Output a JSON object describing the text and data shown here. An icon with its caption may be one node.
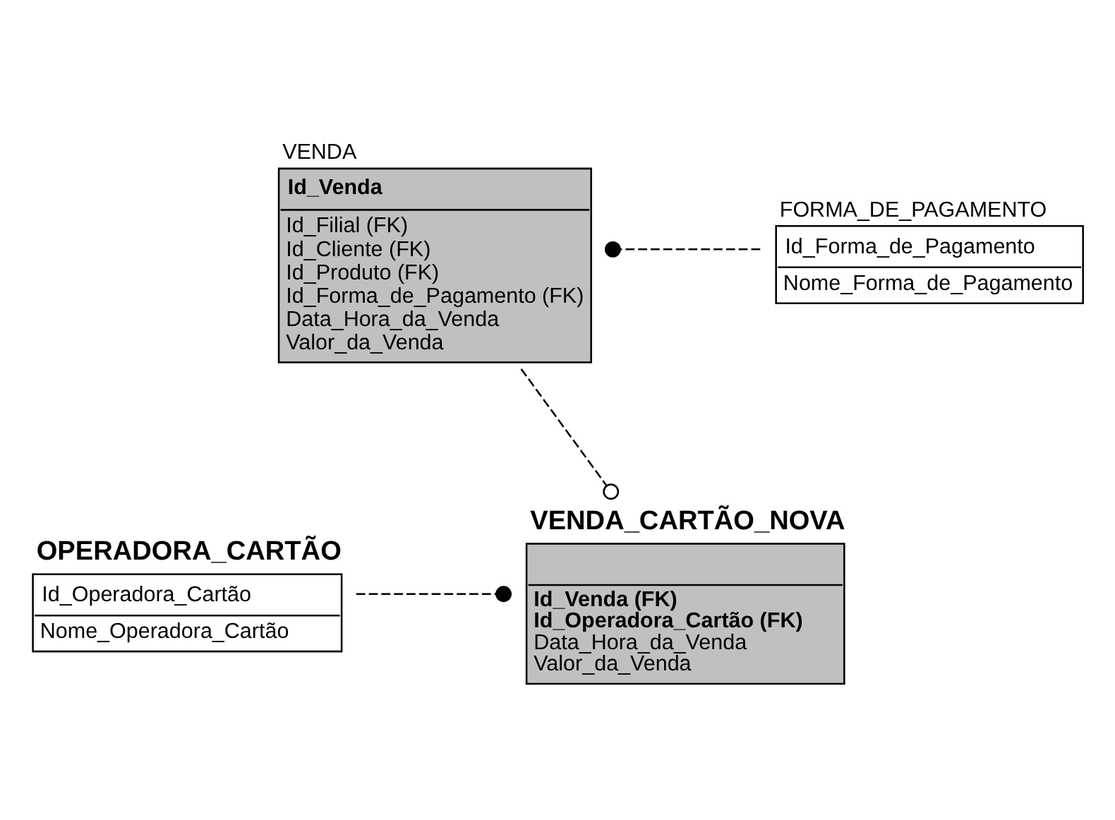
{
  "diagram": {
    "nodes": [
      {
        "text": [
          "VENDA",
          "Id_Venda",
          "Id_Filial (FK)",
          "Id_Cliente (FK)",
          "Id_Produto (FK)",
          "Id_Forma_de_Pagamento (FK)",
          "Data_Hora_da_Venda",
          "Valor_da_Venda"
        ]
      },
      {
        "text": [
          "FORMA_DE_PAGAMENTO",
          "Id_Forma_de_Pagamento",
          "Nome_Forma_de_Pagamento"
        ]
      },
      {
        "text": [
          "OPERADORA_CARTÃO",
          "Id_Operadora_Cartão",
          "Nome_Operadora_Cartão"
        ]
      },
      {
        "text": [
          "VENDA_CARTÃO_NOVA",
          "Id_Venda (FK)",
          "Id_Operadora_Cartão (FK)",
          "Data_Hora_da_Venda",
          "Valor_da_Venda"
        ]
      }
    ],
    "edges": [
      {
        "from": 1,
        "to": 0,
        "arrow": "other",
        "style": "dashed"
      },
      {
        "from": 0,
        "to": 3,
        "arrow": "other",
        "style": "dashed"
      },
      {
        "from": 2,
        "to": 3,
        "arrow": "other",
        "style": "dashed"
      }
    ]
  }
}
